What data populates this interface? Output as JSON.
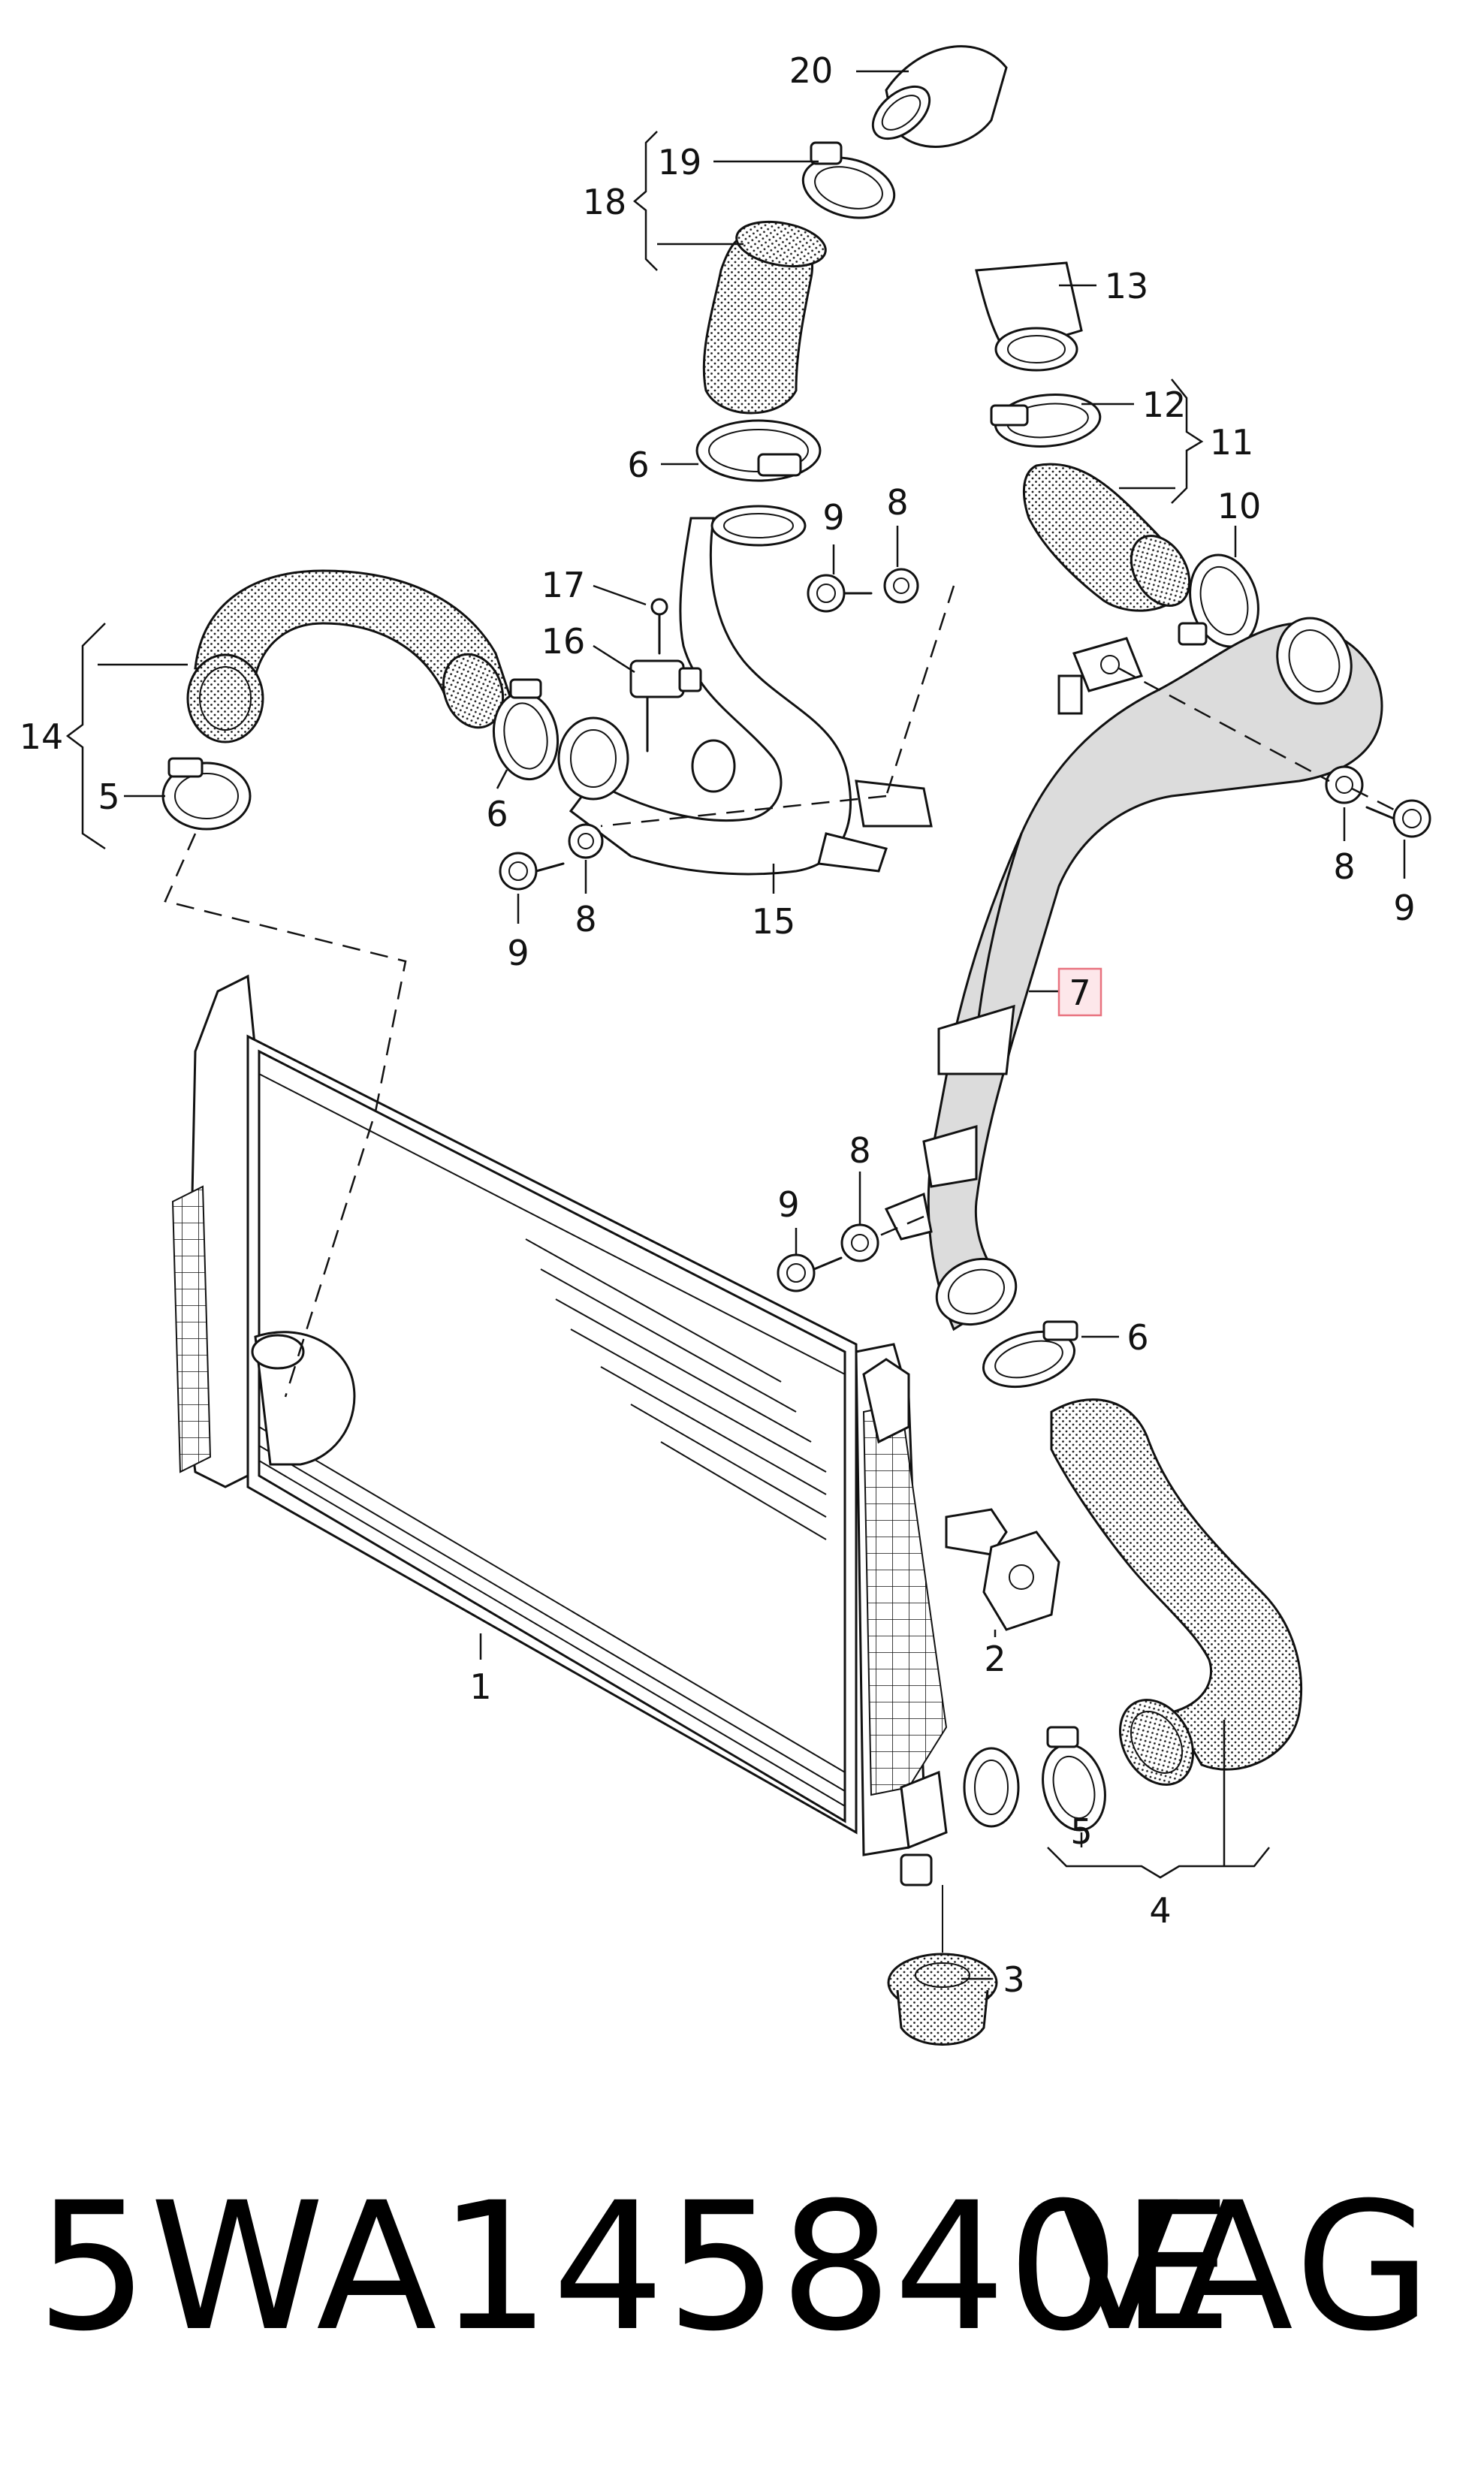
{
  "diagram": {
    "callouts": {
      "c1": "1",
      "c2": "2",
      "c3": "3",
      "c4": "4",
      "c5a": "5",
      "c5b": "5",
      "c6a": "6",
      "c6b": "6",
      "c6c": "6",
      "c7": "7",
      "c8a": "8",
      "c8b": "8",
      "c8c": "8",
      "c8d": "8",
      "c9a": "9",
      "c9b": "9",
      "c9c": "9",
      "c9d": "9",
      "c10": "10",
      "c11": "11",
      "c12": "12",
      "c13": "13",
      "c14": "14",
      "c15": "15",
      "c16": "16",
      "c17": "17",
      "c18": "18",
      "c19": "19",
      "c20": "20"
    },
    "highlighted_callout": "7",
    "highlight_color": "#e8727f"
  },
  "footer": {
    "part_number": "5WA145840E",
    "brand": "VAG"
  }
}
